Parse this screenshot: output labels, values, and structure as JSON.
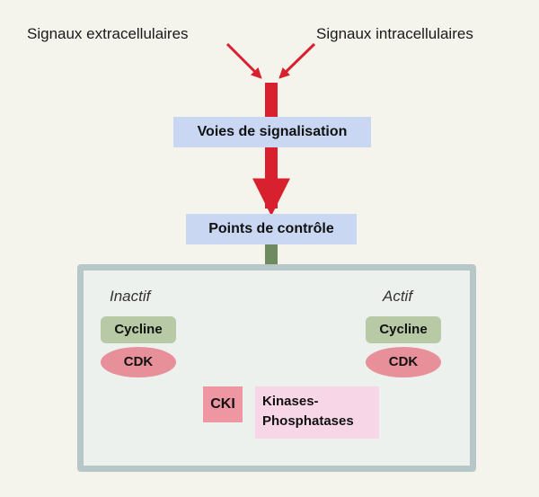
{
  "signals": {
    "extracellular": "Signaux extracellulaires",
    "intracellular": "Signaux intracellulaires"
  },
  "steps": {
    "voies": "Voies de signalisation",
    "points": "Points de contrôle"
  },
  "states": {
    "inactive": "Inactif",
    "active": "Actif"
  },
  "complex": {
    "cycline": "Cycline",
    "cdk": "CDK"
  },
  "regulators": {
    "cki": "CKI",
    "kinases_line1": "Kinases-",
    "kinases_line2": "Phosphatases"
  },
  "colors": {
    "red_arrow": "#d8202e",
    "green_arrow": "#6f8a5e",
    "purple_arrow": "#7e7bc3",
    "label_box": "#c9d7f2",
    "panel_border": "#b7c6c6"
  }
}
